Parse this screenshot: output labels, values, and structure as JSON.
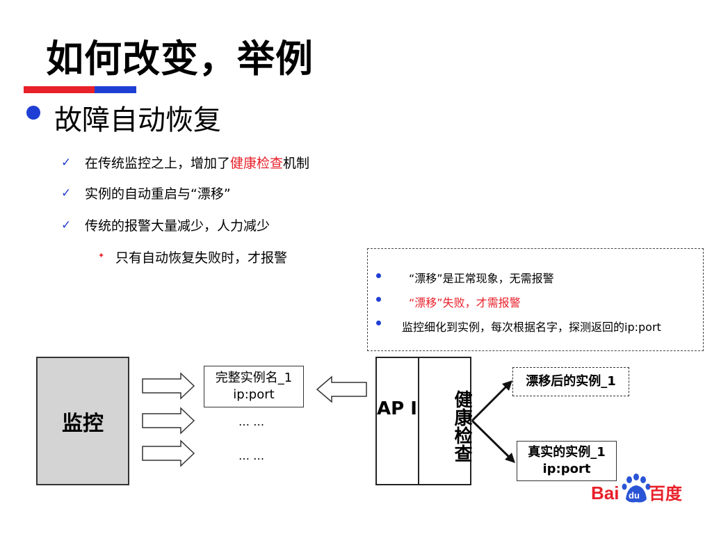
{
  "slide": {
    "title": "如何改变，举例",
    "main_bullet": "故障自动恢复",
    "checks": [
      {
        "prefix": "在传统监控之上，增加了",
        "highlight": "健康检查",
        "suffix": "机制"
      },
      {
        "text": "实例的自动重启与“漂移”"
      },
      {
        "text": "传统的报警大量减少，人力减少"
      }
    ],
    "sub_item": "只有自动恢复失败时，才报警"
  },
  "notes": [
    {
      "text": "“漂移”是正常现象，无需报警",
      "color": "#000000"
    },
    {
      "text": "“漂移”失败，才需报警",
      "color": "#e8202a"
    },
    {
      "text": "监控细化到实例，每次根据名字，探测返回的ip:port",
      "color": "#000000"
    }
  ],
  "diagram": {
    "monitor_label": "监控",
    "instance_name": "完整实例名_1",
    "instance_addr": "ip:port",
    "ellipsis_1": "… …",
    "ellipsis_2": "… …",
    "api_label": "AP I",
    "health_label": "健康检查",
    "drift_label": "漂移后的实例_1",
    "real_label": "真实的实例_1",
    "real_addr": "ip:port"
  },
  "logo": {
    "text_left": "Bai",
    "text_paw": "du",
    "text_right": "百度"
  },
  "colors": {
    "red": "#e8202a",
    "blue": "#1f3fd4"
  },
  "icons": {
    "check": "checkmark-icon",
    "bullet": "blue-dot-icon",
    "arrow": "hollow-arrow-icon"
  }
}
